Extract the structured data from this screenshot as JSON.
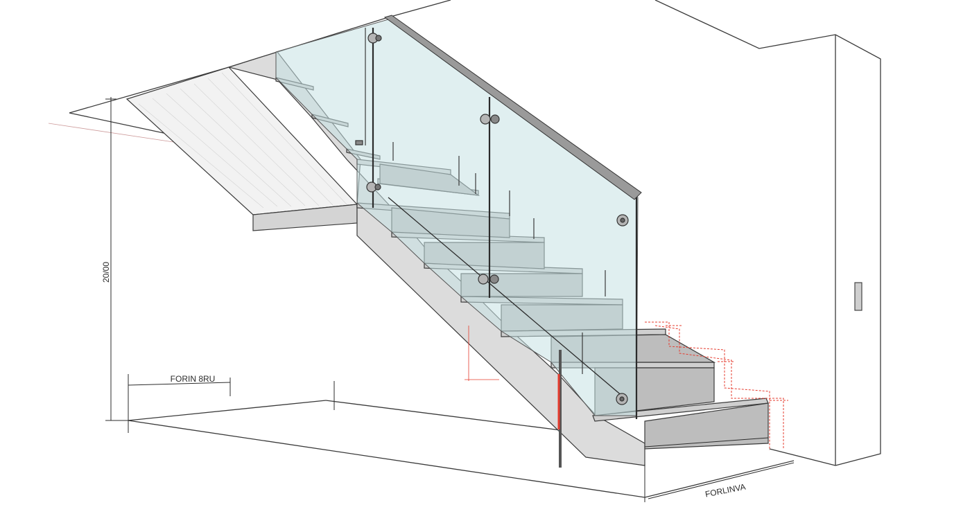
{
  "dimensions": {
    "height_label": "20/00",
    "top_width_label": "FORIN 8RU",
    "bottom_width_label": "FORLINVA"
  },
  "colors": {
    "line": "#2b2b2b",
    "concrete": "#d9d9d9",
    "concrete_dark": "#c8c8c8",
    "glass": "#c6e1e3",
    "highlight": "#e53b2e"
  }
}
